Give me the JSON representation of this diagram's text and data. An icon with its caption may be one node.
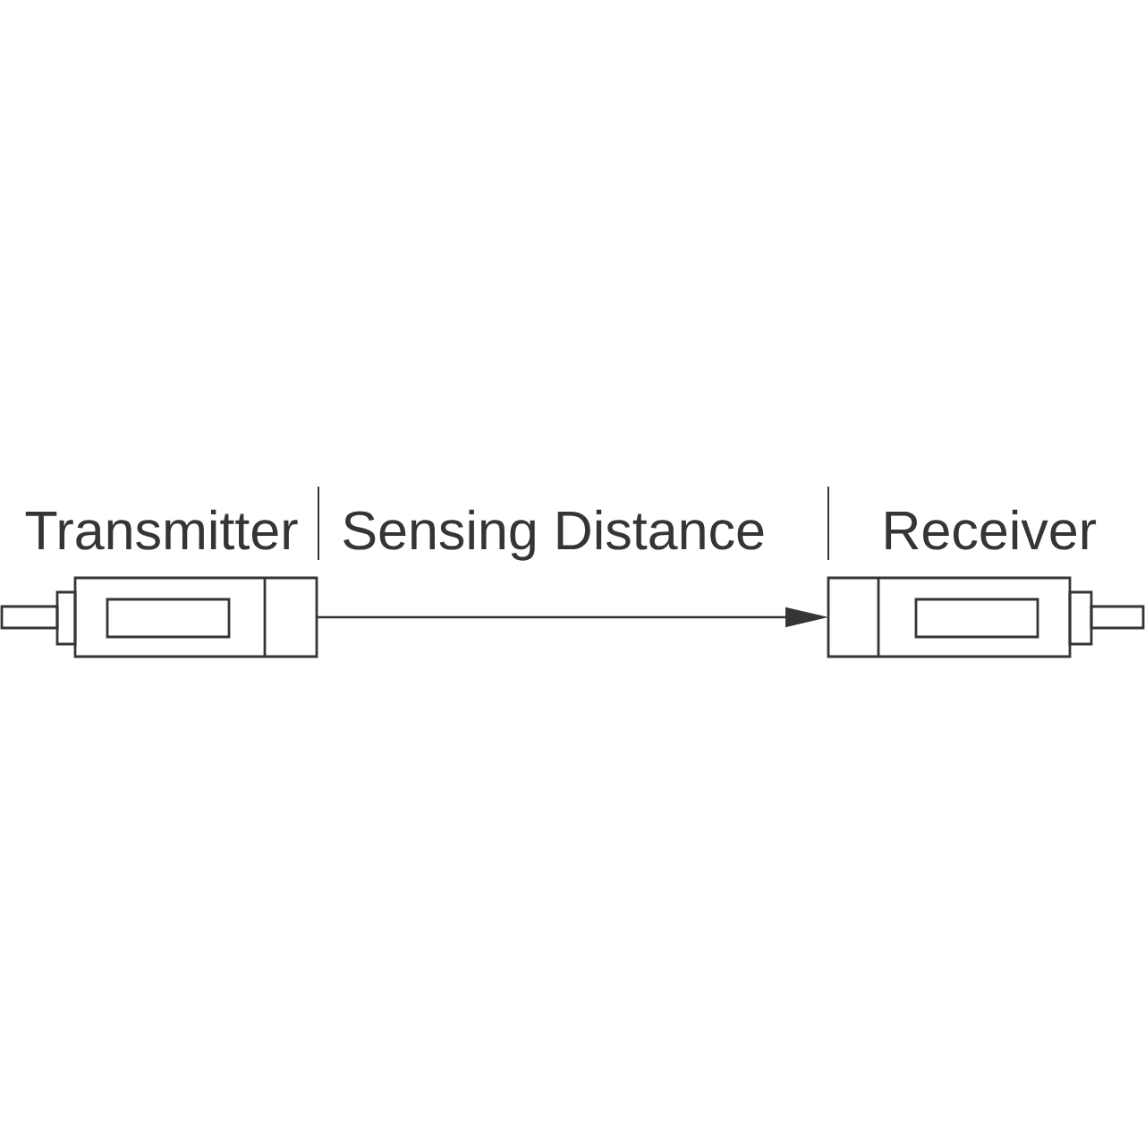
{
  "diagram": {
    "nodes": [
      {
        "text": [
          "Transmitter"
        ]
      },
      {
        "text": [
          "Receiver"
        ]
      }
    ],
    "edges": [
      {
        "from": 0,
        "to": 1,
        "arrow": "to"
      }
    ],
    "labels": [
      "Sensing Distance"
    ]
  }
}
